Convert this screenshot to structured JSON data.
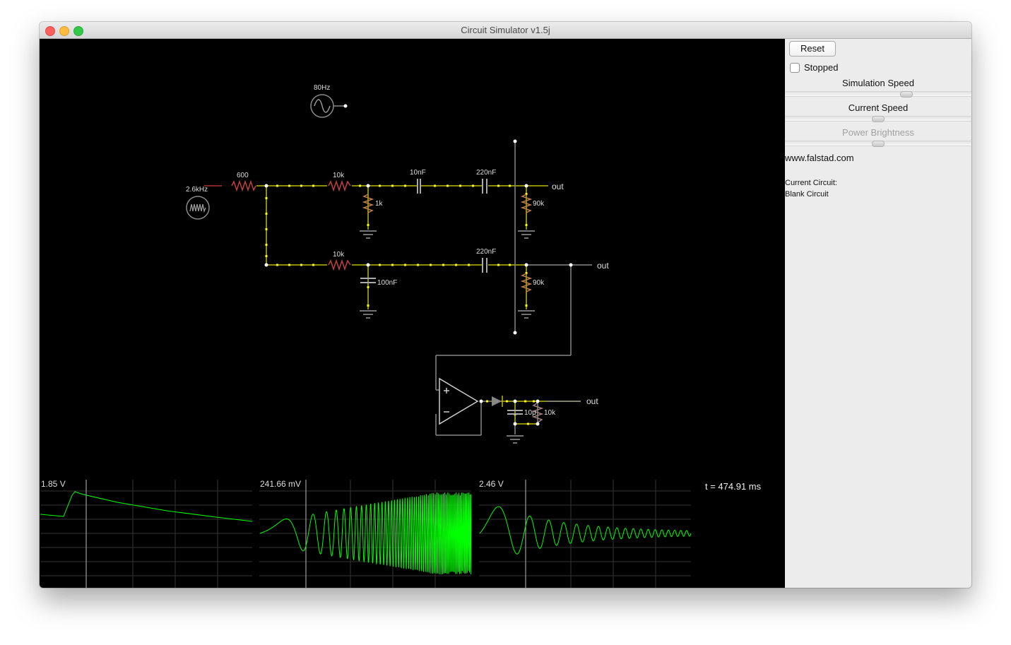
{
  "window": {
    "title": "Circuit Simulator v1.5j"
  },
  "circuit": {
    "sources": {
      "top": "80Hz",
      "input": "2.6kHz"
    },
    "labels": {
      "r600": "600",
      "r10k_top": "10k",
      "r1k": "1k",
      "c10nf": "10nF",
      "c220nf_top": "220nF",
      "r90k_top": "90k",
      "r10k_bottom": "10k",
      "c100nf": "100nF",
      "c220nf_bottom": "220nF",
      "r90k_bottom": "90k",
      "c_det": "10μ",
      "r_det": "10k"
    },
    "outputs": {
      "out1": "out",
      "out2": "out",
      "out3": "out"
    }
  },
  "scopes": [
    {
      "value": "1.85 V"
    },
    {
      "value": "241.66 mV"
    },
    {
      "value": "2.46 V"
    }
  ],
  "time_readout": "t = 474.91 ms",
  "sidebar": {
    "reset_label": "Reset",
    "stopped_label": "Stopped",
    "stopped_checked": false,
    "simulation_speed_label": "Simulation Speed",
    "current_speed_label": "Current Speed",
    "power_brightness_label": "Power Brightness",
    "link": "www.falstad.com",
    "current_circuit_label": "Current Circuit:",
    "current_circuit_name": "Blank Circuit"
  },
  "colors": {
    "wire_active": "#ffff00",
    "wire_idle": "#808080",
    "trace": "#00ff00",
    "resistor": "#c03030"
  }
}
